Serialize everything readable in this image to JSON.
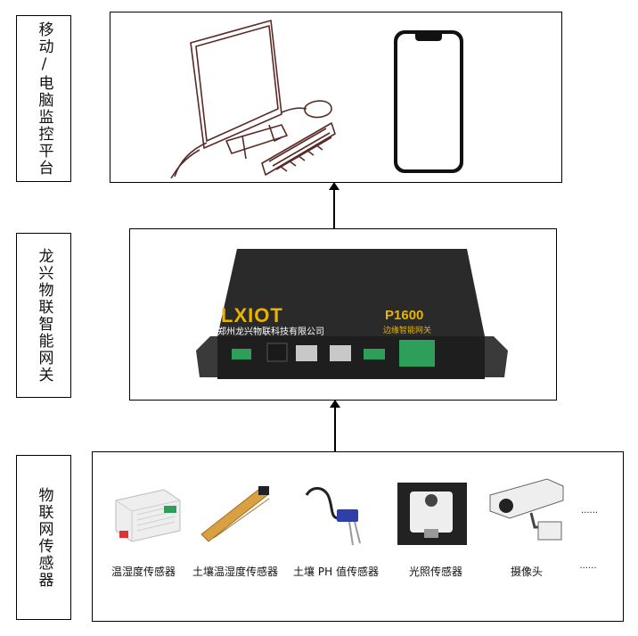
{
  "layers": {
    "top": {
      "label": "移动/电脑监控平台"
    },
    "middle": {
      "label": "龙兴物联智能网关",
      "device": {
        "logo": "LXIOT",
        "company": "郑州龙兴物联科技有限公司",
        "model": "P1600",
        "model_sub": "边缘智能网关"
      }
    },
    "bottom": {
      "label": "物联网传感器"
    }
  },
  "sensors": [
    {
      "label": "温湿度传感器",
      "icon": "temp-humidity-sensor-icon"
    },
    {
      "label": "土壤温湿度传感器",
      "icon": "soil-probe-icon"
    },
    {
      "label": "土壤 PH 值传感器",
      "icon": "ph-probe-icon"
    },
    {
      "label": "光照传感器",
      "icon": "light-sensor-icon"
    },
    {
      "label": "摄像头",
      "icon": "camera-icon"
    },
    {
      "label": "......",
      "icon": "ellipsis"
    }
  ],
  "extra_dots": "......",
  "colors": {
    "gateway_body": "#2a2a2a",
    "accent": "#e8b400",
    "connector": "#2e9e5b"
  }
}
